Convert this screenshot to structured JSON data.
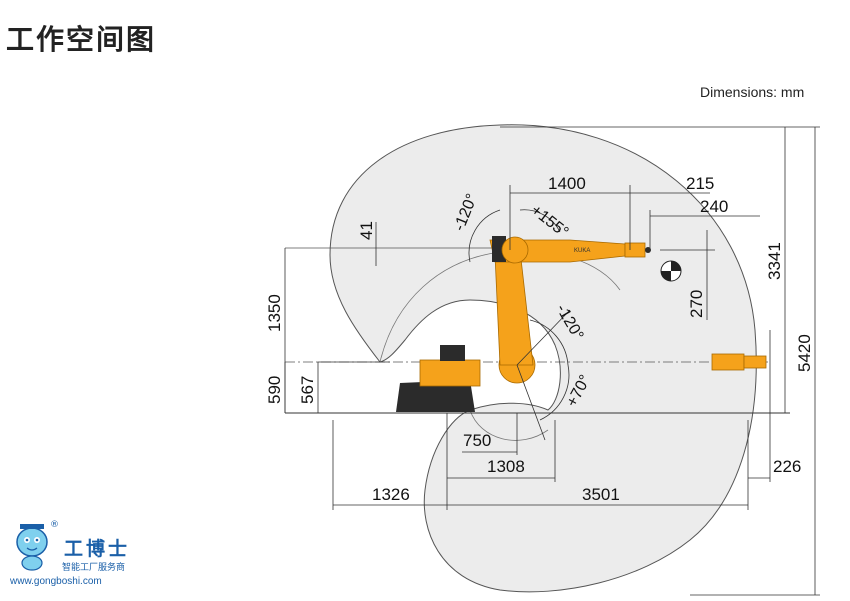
{
  "page": {
    "title": "工作空间图"
  },
  "diagram": {
    "units_label": "Dimensions: mm",
    "dimensions": {
      "d1400": "1400",
      "d215": "215",
      "d240": "240",
      "d41": "41",
      "d1350": "1350",
      "d270": "270",
      "d3341": "3341",
      "d5420": "5420",
      "d590": "590",
      "d567": "567",
      "d750": "750",
      "d1308": "1308",
      "d226": "226",
      "d1326": "1326",
      "d3501": "3501"
    },
    "angles": {
      "a_m120_top": "-120°",
      "a_p155": "+155°",
      "a_m120_mid": "-120°",
      "a_p70": "+70°"
    },
    "robot_brand": "KUKA",
    "colors": {
      "workspace_fill": "#ececec",
      "robot_orange": "#f5a21b",
      "robot_dark": "#2b2b2b",
      "line": "#333333"
    }
  },
  "logo": {
    "name": "工博士",
    "subtitle": "智能工厂服务商",
    "url": "www.gongboshi.com",
    "registered": "®",
    "mascot_icon": "mascot-icon"
  }
}
